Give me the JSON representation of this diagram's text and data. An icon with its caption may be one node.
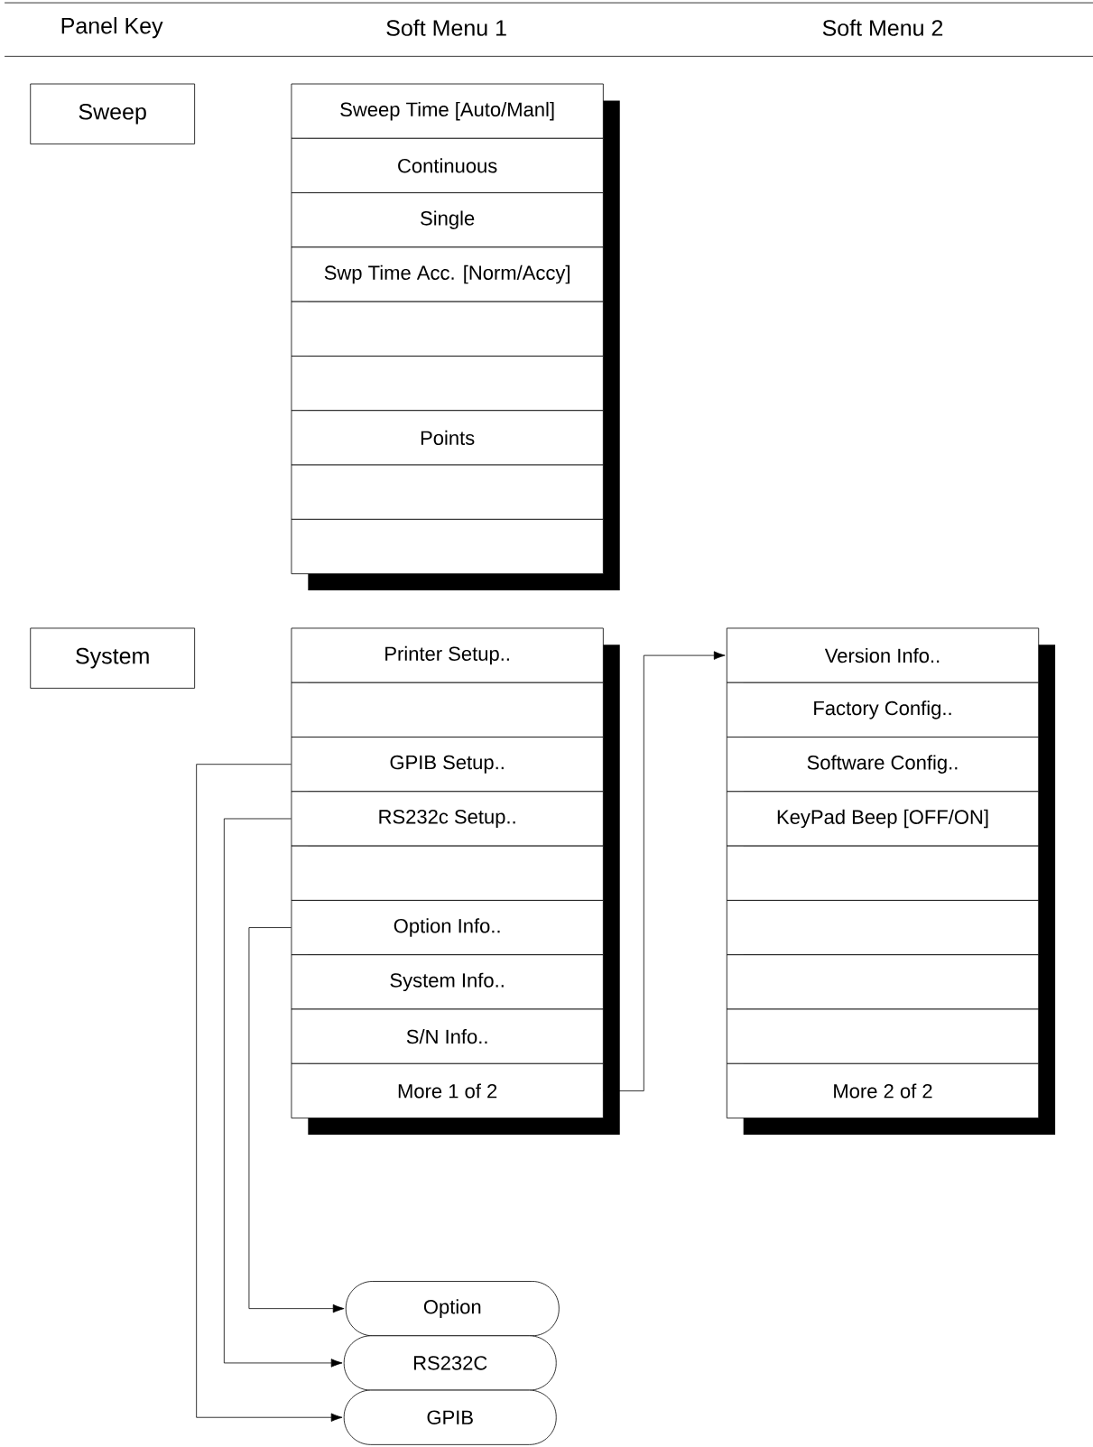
{
  "diagram": {
    "nodes": [
      {
        "text": [
          "Sweep"
        ]
      },
      {
        "text": [
          "Sweep Time [Auto/Manl]"
        ]
      },
      {
        "text": [
          "Continuous"
        ]
      },
      {
        "text": [
          "Single"
        ]
      },
      {
        "text": [
          "Swp Time Acc. [Norm/Accy]"
        ]
      },
      {
        "text": [],
        "shape": "box"
      },
      {
        "text": [],
        "shape": "box"
      },
      {
        "text": [
          "Points"
        ]
      },
      {
        "text": [],
        "shape": "box"
      },
      {
        "text": [],
        "shape": "box"
      },
      {
        "text": [
          "System"
        ]
      },
      {
        "text": [
          "Printer Setup.."
        ]
      },
      {
        "text": [],
        "shape": "box"
      },
      {
        "text": [
          "GPIB Setup.."
        ]
      },
      {
        "text": [
          "RS232c Setup.."
        ]
      },
      {
        "text": [],
        "shape": "box"
      },
      {
        "text": [
          "Option Info.."
        ]
      },
      {
        "text": [
          "System Info.."
        ]
      },
      {
        "text": [
          "S/N Info.."
        ]
      },
      {
        "text": [
          "More 1 of 2"
        ]
      },
      {
        "text": [
          "Version Info.."
        ]
      },
      {
        "text": [
          "Factory Config.."
        ]
      },
      {
        "text": [
          "Software Config.."
        ]
      },
      {
        "text": [
          "KeyPad Beep [OFF/ON]"
        ]
      },
      {
        "text": [],
        "shape": "box"
      },
      {
        "text": [],
        "shape": "box"
      },
      {
        "text": [],
        "shape": "box"
      },
      {
        "text": [],
        "shape": "box"
      },
      {
        "text": [
          "More 2 of 2"
        ]
      },
      {
        "text": [
          "Option"
        ]
      },
      {
        "text": [
          "RS232C"
        ]
      },
      {
        "text": [
          "GPIB"
        ]
      }
    ],
    "edges": [
      {
        "from": 19,
        "to": 20,
        "arrow": "to"
      },
      {
        "from": 13,
        "to": 31,
        "arrow": "to"
      },
      {
        "from": 14,
        "to": 30,
        "arrow": "to"
      },
      {
        "from": 16,
        "to": 29,
        "arrow": "to"
      }
    ],
    "labels": [
      "Panel Key",
      "Soft Menu 1",
      "Soft Menu 2"
    ]
  }
}
